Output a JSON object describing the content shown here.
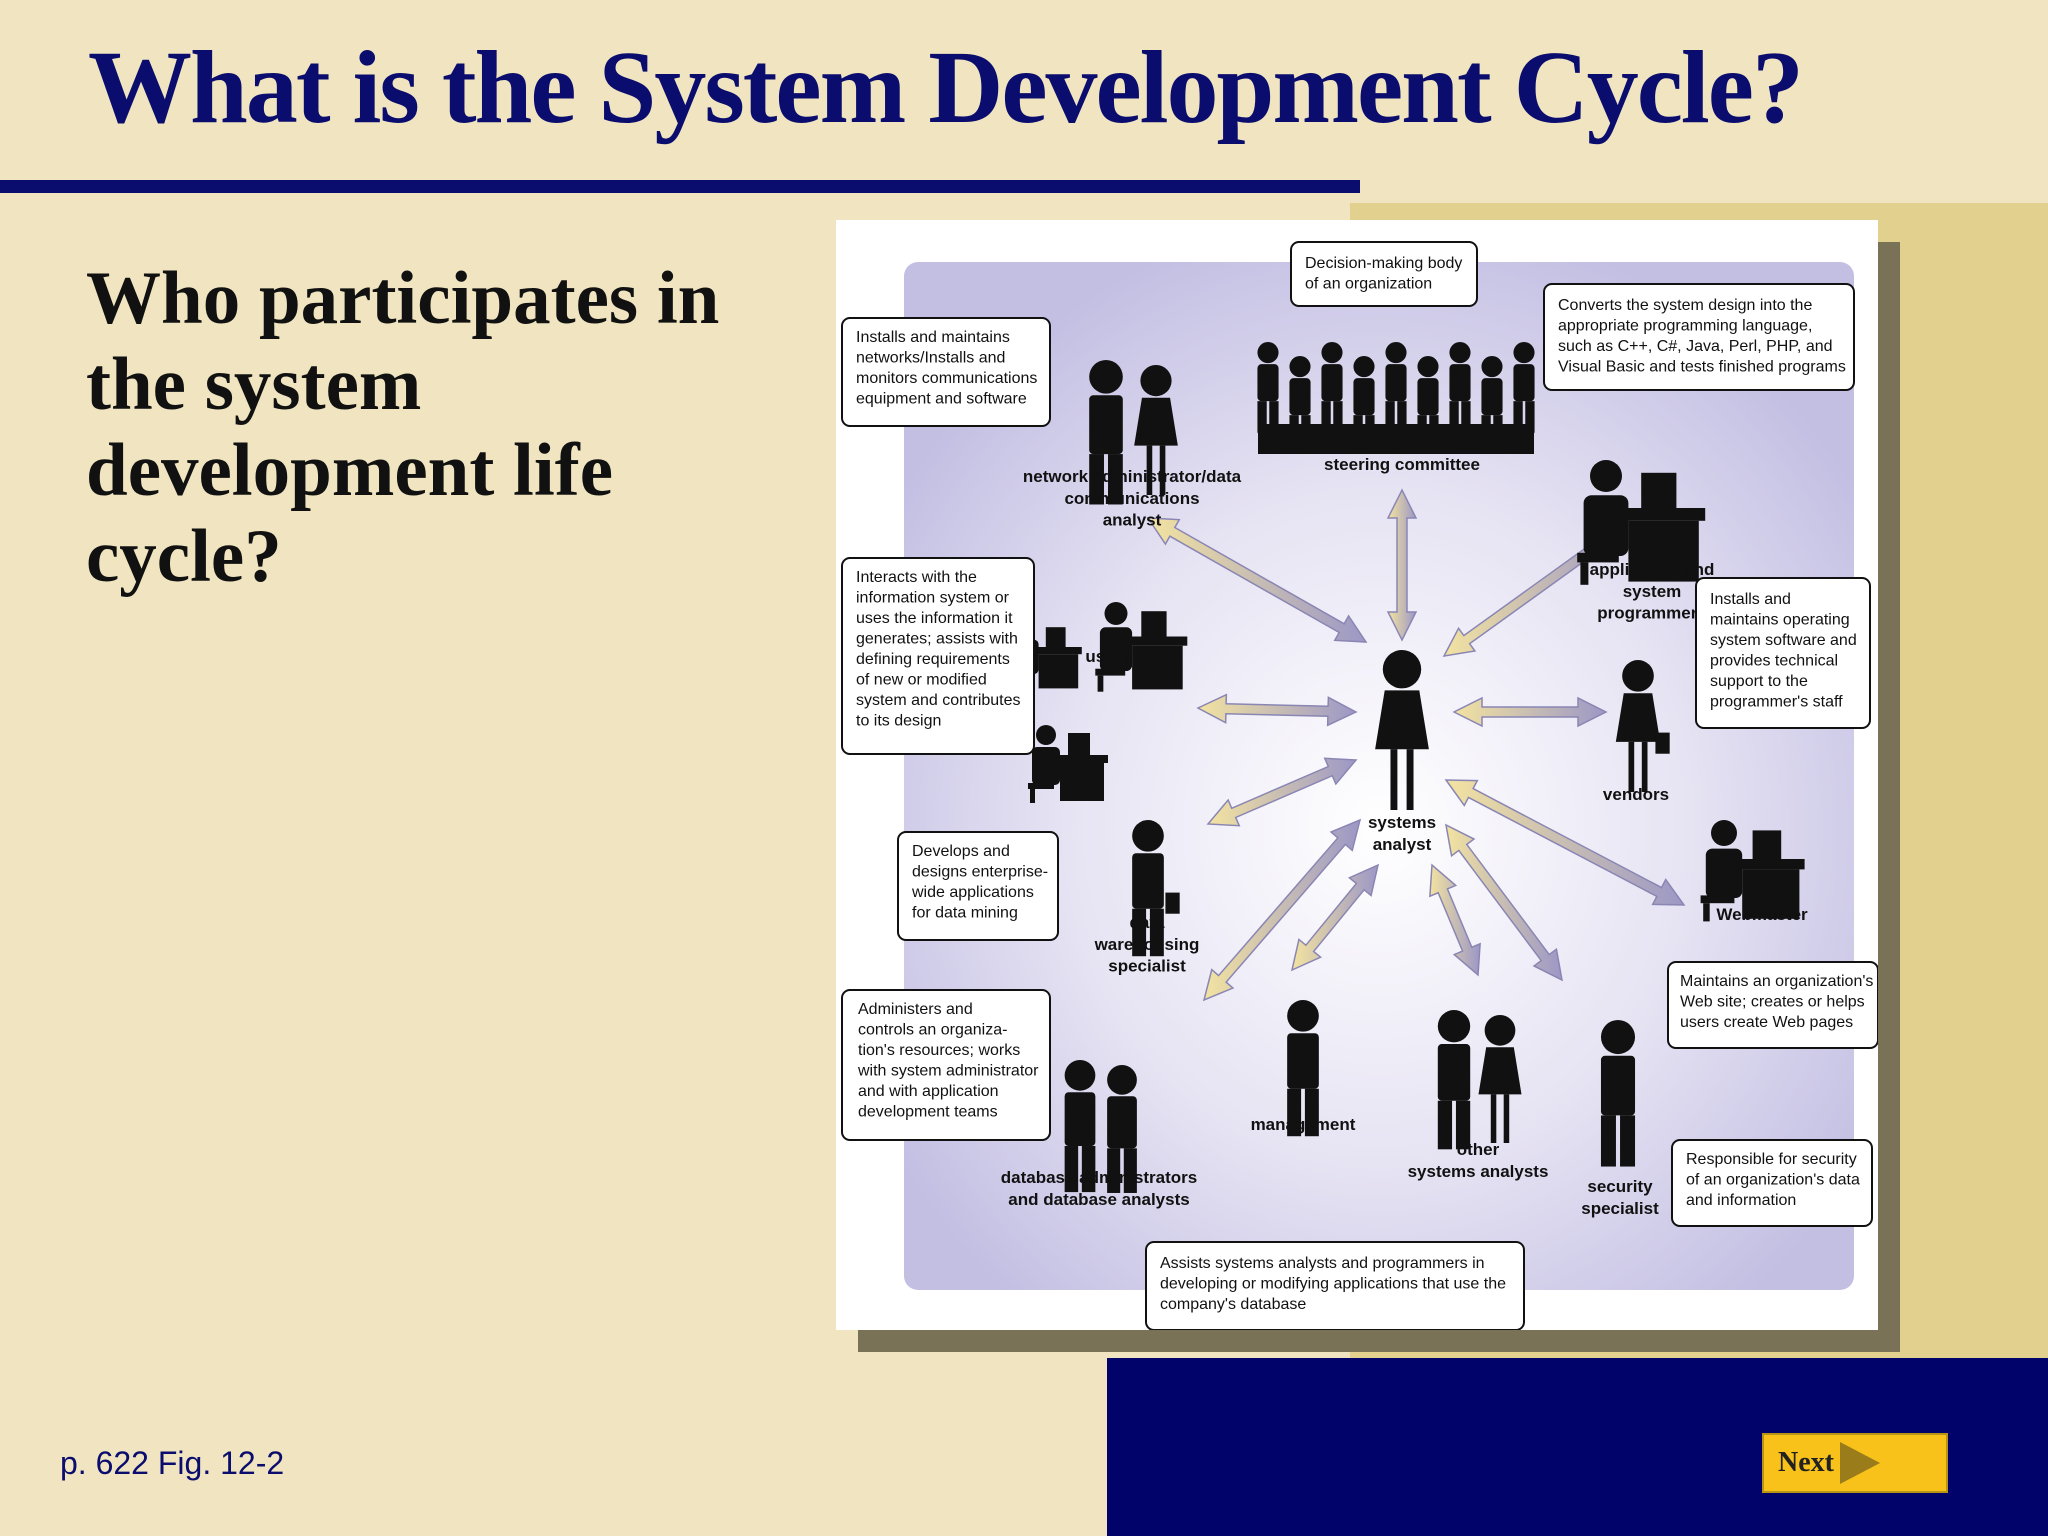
{
  "slide": {
    "title": "What is the System Development Cycle?",
    "question": "Who participates in the system development life cycle?",
    "caption": "p. 622 Fig. 12-2",
    "next_label": "Next"
  },
  "colors": {
    "navy": "#0b0d6e",
    "background": "#f0e5c0",
    "gold": "#e2d08f",
    "button": "#f8c21a",
    "panel": "#c7c2e6"
  },
  "diagram": {
    "center": {
      "label": "systems\nanalyst"
    },
    "roles": [
      {
        "id": "network",
        "label": "network administrator/data\ncommunications\nanalyst",
        "icon": "two-people-icon",
        "description": "Installs and maintains\nnetworks/Installs and\nmonitors communications\nequipment and software"
      },
      {
        "id": "steering",
        "label": "steering committee",
        "icon": "group-icon",
        "description": "Decision-making body\nof an organization"
      },
      {
        "id": "programmers",
        "label": "application and\nsystem\nprogrammers",
        "icon": "desk-worker-icon",
        "description": "Converts the system design into the\nappropriate programming language,\nsuch as C++, C#, Java, Perl, PHP, and\nVisual Basic and tests finished programs"
      },
      {
        "id": "users",
        "label": "users",
        "icon": "computer-users-icon",
        "description": "Interacts with the\ninformation system or\nuses the information it\ngenerates; assists with\ndefining requirements\nof new or modified\nsystem and contributes\nto its design"
      },
      {
        "id": "vendors",
        "label": "vendors",
        "icon": "woman-briefcase-icon",
        "description": "Installs and\nmaintains operating\nsystem software and\nprovides technical\nsupport to the\nprogrammer's staff"
      },
      {
        "id": "datawarehouse",
        "label": "data\nwarehousing\nspecialist",
        "icon": "man-briefcase-icon",
        "description": "Develops and\ndesigns enterprise-\nwide applications\nfor data mining"
      },
      {
        "id": "webmaster",
        "label": "Webmaster",
        "icon": "computer-worker-icon",
        "description": "Maintains an organization's\nWeb site; creates or helps\nusers create Web pages"
      },
      {
        "id": "dba",
        "label": "database administrators\nand database analysts",
        "icon": "two-men-icon",
        "description": "Administers and\ncontrols an organiza-\ntion's resources; works\nwith system administrator\nand with application\ndevelopment teams"
      },
      {
        "id": "management",
        "label": "management",
        "icon": "manager-icon",
        "description": ""
      },
      {
        "id": "othersa",
        "label": "other\nsystems analysts",
        "icon": "two-people-talking-icon",
        "description": ""
      },
      {
        "id": "security",
        "label": "security\nspecialist",
        "icon": "man-standing-icon",
        "description": "Responsible for security\nof an organization's data\nand information"
      }
    ],
    "extra_description": "Assists systems analysts and programmers in\ndeveloping or modifying applications that use the\ncompany's database"
  }
}
